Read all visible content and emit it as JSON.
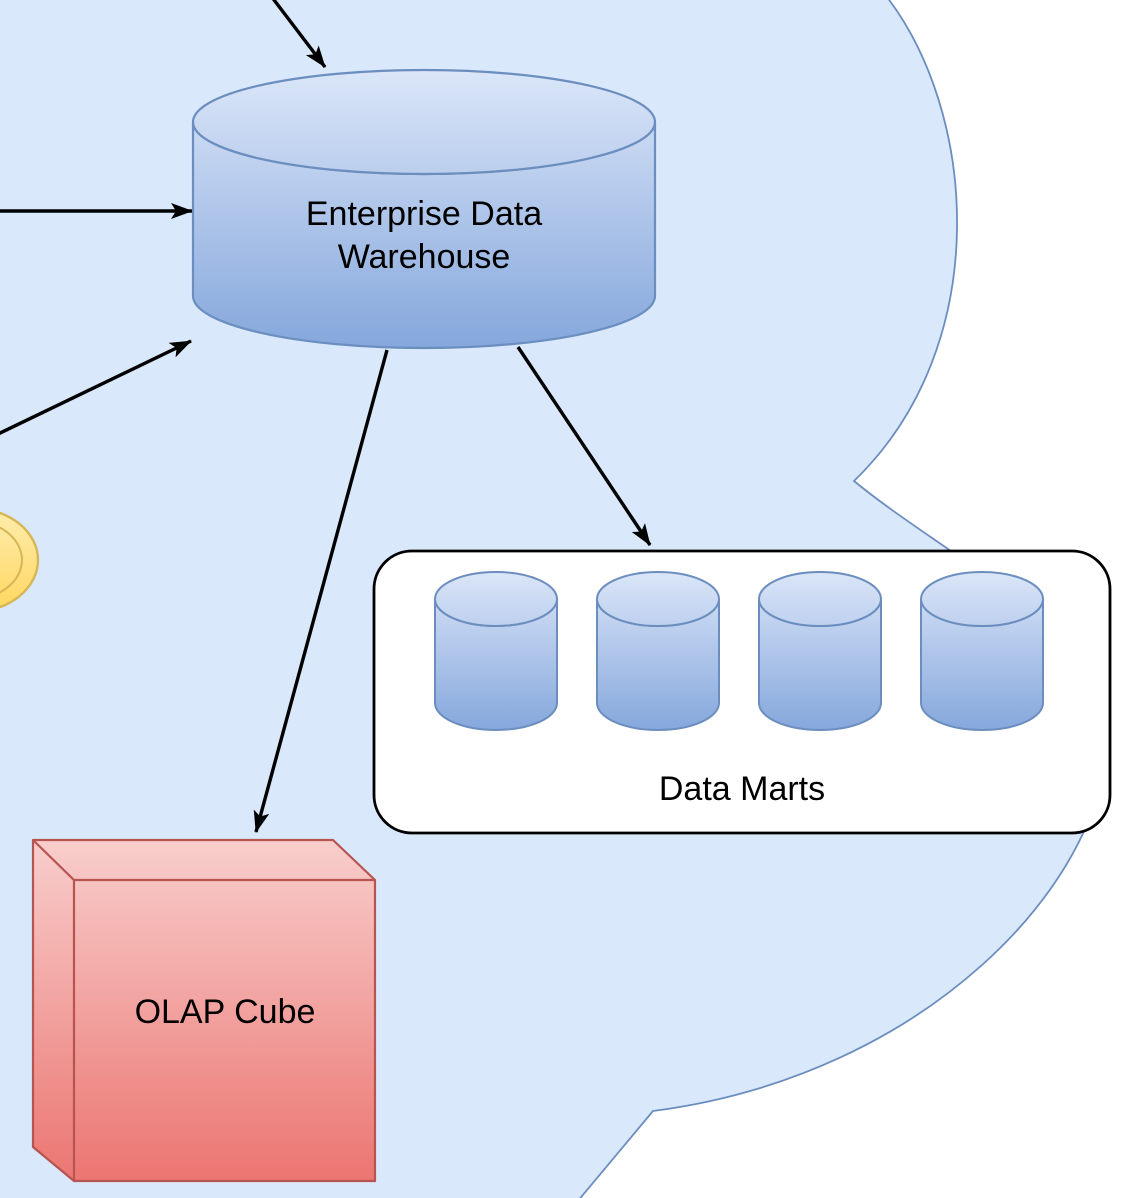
{
  "diagram_type": "data-warehouse-architecture-diagram",
  "colors": {
    "page_background": "#ffffff",
    "cloud_fill": "#dae8fc",
    "cloud_stroke": "#6c8ebf",
    "blue_gradient_top": "#dbe6f8",
    "blue_gradient_bottom": "#85a7dc",
    "blue_stroke": "#6c8ebf",
    "red_gradient_top": "#f8cecc",
    "red_gradient_bottom": "#eb7470",
    "red_stroke": "#b85450",
    "yellow_gradient_top": "#ffedb0",
    "yellow_gradient_bottom": "#ffd75e",
    "yellow_stroke": "#d6b656",
    "container_fill": "#ffffff",
    "container_stroke": "#000000",
    "arrow_color": "#000000",
    "text_color": "#000000"
  },
  "nodes": {
    "warehouse": {
      "label_line1": "Enterprise Data",
      "label_line2": "Warehouse",
      "shape": "cylinder"
    },
    "data_marts": {
      "label": "Data Marts",
      "shape": "rounded-container",
      "cylinder_count": 4
    },
    "olap_cube": {
      "label": "OLAP Cube",
      "shape": "cube"
    },
    "partial_yellow_store": {
      "label": "",
      "shape": "horizontal-cylinder-end-cap"
    }
  },
  "edges": {
    "count": 5,
    "style": "solid-black-classic-arrowhead"
  }
}
